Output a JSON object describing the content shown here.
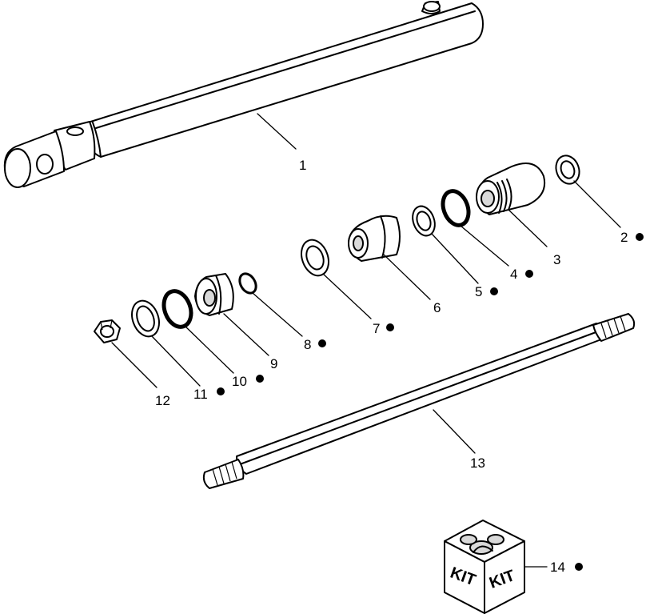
{
  "callouts": [
    {
      "number": "1",
      "bullet": false
    },
    {
      "number": "2",
      "bullet": true
    },
    {
      "number": "3",
      "bullet": false
    },
    {
      "number": "4",
      "bullet": true
    },
    {
      "number": "5",
      "bullet": true
    },
    {
      "number": "6",
      "bullet": false
    },
    {
      "number": "7",
      "bullet": true
    },
    {
      "number": "8",
      "bullet": true
    },
    {
      "number": "9",
      "bullet": false
    },
    {
      "number": "10",
      "bullet": true
    },
    {
      "number": "11",
      "bullet": true
    },
    {
      "number": "12",
      "bullet": false
    },
    {
      "number": "13",
      "bullet": false
    },
    {
      "number": "14",
      "bullet": true
    }
  ],
  "kit_box": {
    "face_left": "KIT",
    "face_right": "KIT"
  },
  "colors": {
    "ink": "#000000",
    "paper": "#ffffff"
  },
  "icons": {
    "bullet": "filled-circle"
  }
}
